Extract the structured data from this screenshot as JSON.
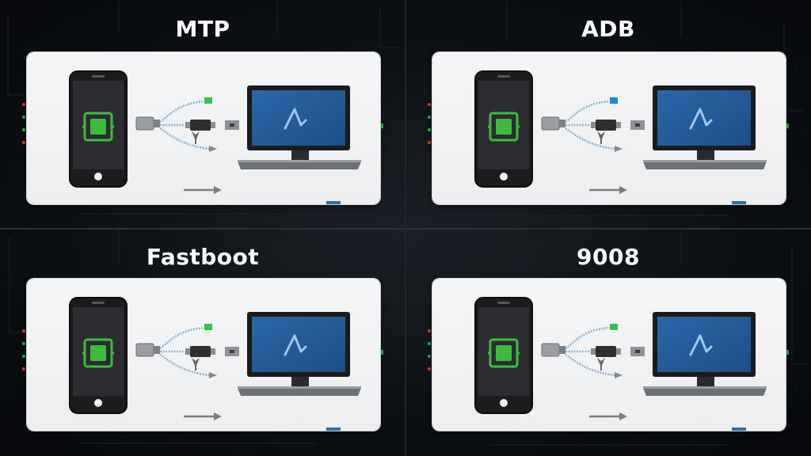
{
  "quadrants": [
    {
      "title": "MTP",
      "tag_color": "#35c24b"
    },
    {
      "title": "ADB",
      "tag_color": "#1e88d8"
    },
    {
      "title": "Fastboot",
      "tag_color": "#35c24b"
    },
    {
      "title": "9008",
      "tag_color": "#35c24b"
    }
  ],
  "colors": {
    "background": "#0c1014",
    "card": "#f1f2f3",
    "chip_green": "#3dbb3c",
    "monitor_screen": "#1d4e86",
    "phone_body": "#1b1c1e"
  }
}
